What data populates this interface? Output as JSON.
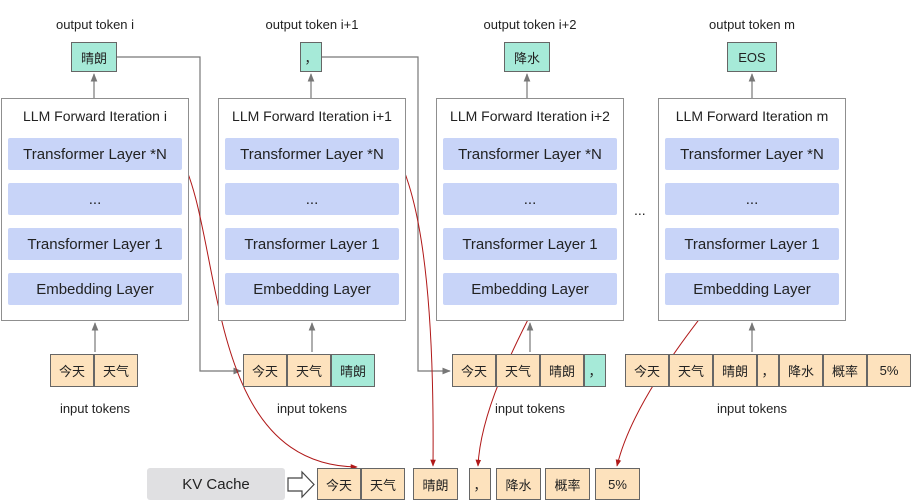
{
  "iterations": [
    {
      "output_label": "output token i",
      "output_token": "晴朗",
      "title": "LLM Forward Iteration i",
      "layers": [
        "Transformer Layer *N",
        "...",
        "Transformer Layer 1",
        "Embedding Layer"
      ],
      "input_tokens": [
        "今天",
        "天气"
      ],
      "input_label": "input tokens"
    },
    {
      "output_label": "output token i+1",
      "output_token": "，",
      "title": "LLM Forward Iteration i+1",
      "layers": [
        "Transformer Layer *N",
        "...",
        "Transformer Layer 1",
        "Embedding Layer"
      ],
      "input_tokens": [
        "今天",
        "天气",
        "晴朗"
      ],
      "input_label": "input tokens"
    },
    {
      "output_label": "output token i+2",
      "output_token": "降水",
      "title": "LLM Forward Iteration i+2",
      "layers": [
        "Transformer Layer *N",
        "...",
        "Transformer Layer 1",
        "Embedding Layer"
      ],
      "input_tokens": [
        "今天",
        "天气",
        "晴朗",
        "，"
      ],
      "input_label": "input tokens"
    },
    {
      "output_label": "output token m",
      "output_token": "EOS",
      "title": "LLM Forward Iteration m",
      "layers": [
        "Transformer Layer *N",
        "...",
        "Transformer Layer 1",
        "Embedding Layer"
      ],
      "input_tokens": [
        "今天",
        "天气",
        "晴朗",
        "，",
        "降水",
        "概率",
        "5%"
      ],
      "input_label": "input tokens"
    }
  ],
  "between_dots": "...",
  "kv_cache": {
    "label": "KV Cache",
    "tokens": [
      "今天",
      "天气",
      "晴朗",
      "，",
      "降水",
      "概率",
      "5%"
    ]
  },
  "colors": {
    "layer": "#c8d4f8",
    "output_token": "#a6ead8",
    "input_token": "#fde2bd",
    "kv_button": "#e0e0e2",
    "cache_arrow": "#b01818",
    "flow_arrow": "#777777"
  }
}
